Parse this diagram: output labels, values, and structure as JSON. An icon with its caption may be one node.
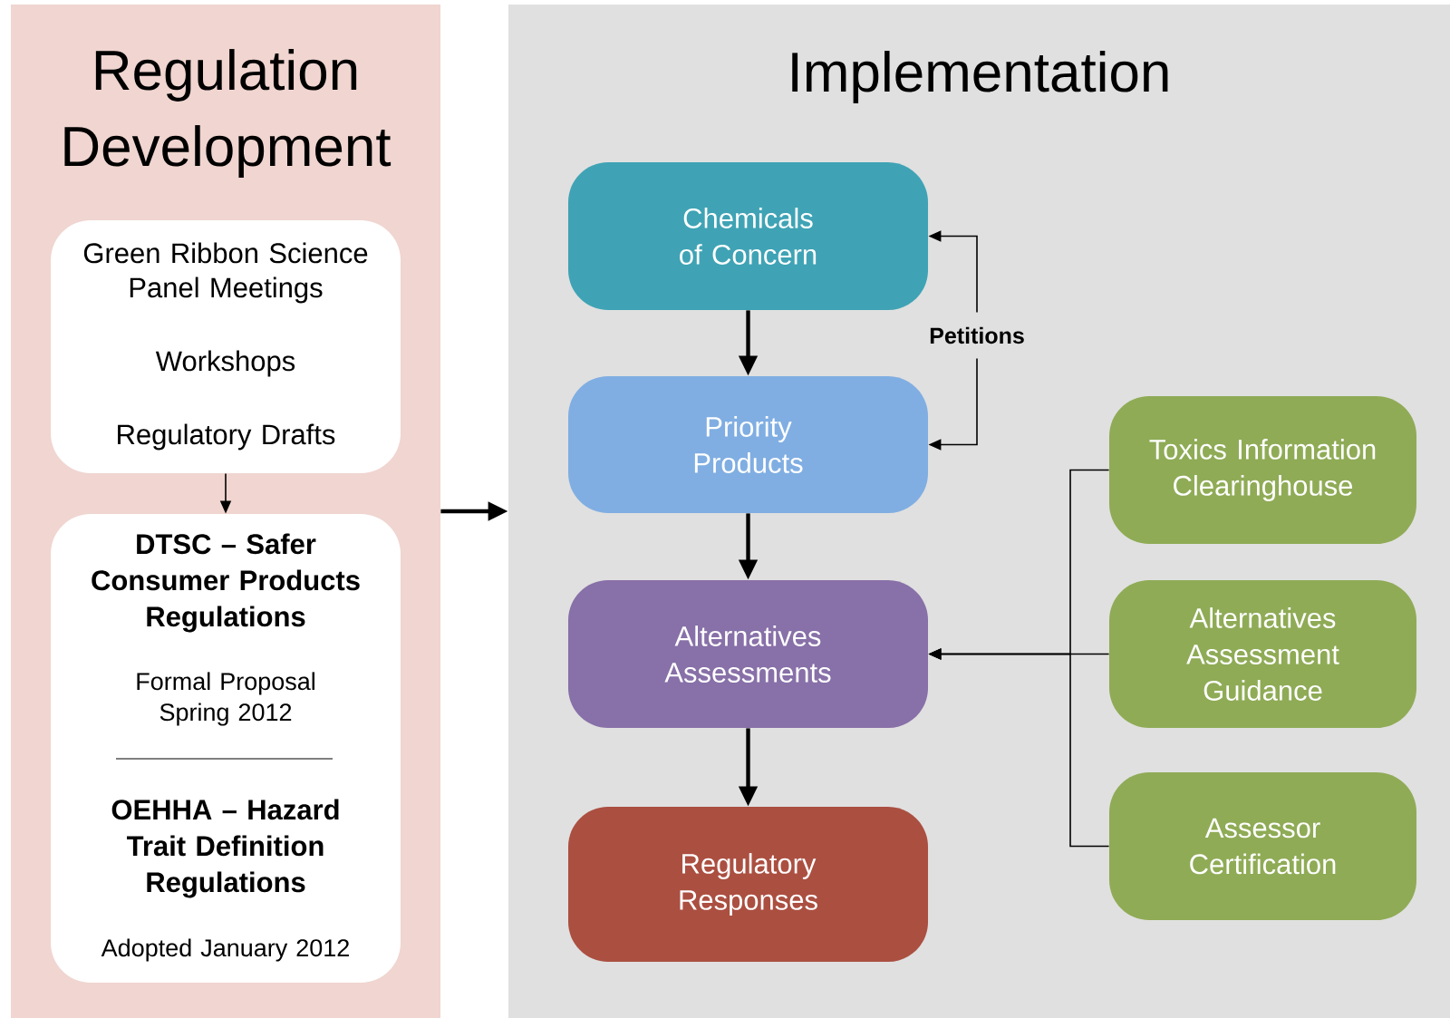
{
  "diagram": {
    "nodes": [
      {
        "text": [
          "Regulation Development"
        ]
      },
      {
        "text": [
          "Green Ribbon Science Panel Meetings",
          "Workshops",
          "Regulatory Drafts"
        ],
        "in": 0
      },
      {
        "text": [
          "DTSC – Safer Consumer Products Regulations",
          "Formal Proposal Spring 2012",
          "OEHHA – Hazard Trait Definition Regulations",
          "Adopted January 2012"
        ],
        "in": 0
      },
      {
        "text": [
          "Implementation"
        ]
      },
      {
        "text": [
          "Chemicals of Concern"
        ],
        "in": 3
      },
      {
        "text": [
          "Priority Products"
        ],
        "in": 3
      },
      {
        "text": [
          "Alternatives Assessments"
        ],
        "in": 3
      },
      {
        "text": [
          "Regulatory Responses"
        ],
        "in": 3
      },
      {
        "text": [
          "Toxics Information Clearinghouse"
        ],
        "in": 3
      },
      {
        "text": [
          "Alternatives Assessment Guidance"
        ],
        "in": 3
      },
      {
        "text": [
          "Assessor Certification"
        ],
        "in": 3
      },
      {
        "text": [
          "Petitions"
        ],
        "in": 3
      }
    ],
    "edges": [
      {
        "from": 1,
        "to": 2,
        "arrow": "to"
      },
      {
        "from": 0,
        "to": 3,
        "arrow": "to",
        "style": "thick"
      },
      {
        "from": 4,
        "to": 5,
        "arrow": "to",
        "style": "thick"
      },
      {
        "from": 5,
        "to": 6,
        "arrow": "to",
        "style": "thick"
      },
      {
        "from": 6,
        "to": 7,
        "arrow": "to",
        "style": "thick"
      },
      {
        "from": 11,
        "to": 4,
        "arrow": "to"
      },
      {
        "from": 11,
        "to": 5,
        "arrow": "to"
      },
      {
        "from": 8,
        "to": 6,
        "arrow": "to"
      },
      {
        "from": 9,
        "to": 6,
        "arrow": "to"
      },
      {
        "from": 10,
        "to": 6,
        "arrow": "to"
      }
    ]
  }
}
